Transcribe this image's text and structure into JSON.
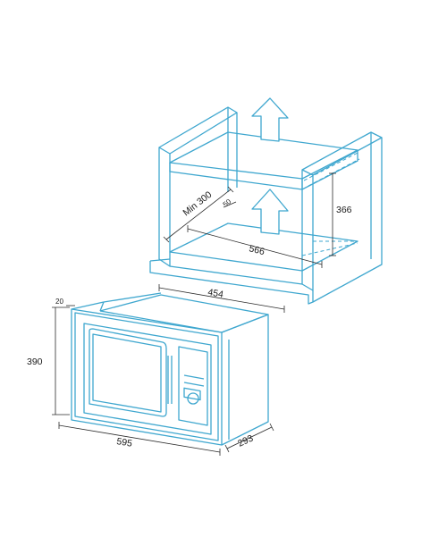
{
  "dimensions": {
    "min_clearance": "Min 300",
    "gap": "50",
    "cavity_height": "366",
    "cavity_width": "566",
    "unit_depth_top": "454",
    "frame_offset": "20",
    "unit_height": "390",
    "unit_width": "595",
    "unit_depth_side": "293"
  },
  "colors": {
    "line": "#3fa7cf",
    "dimension": "#2a2a2a",
    "background": "#ffffff"
  },
  "icons": {
    "ventilation_arrow_top": "arrow-up-icon",
    "ventilation_arrow_middle": "arrow-up-icon"
  }
}
